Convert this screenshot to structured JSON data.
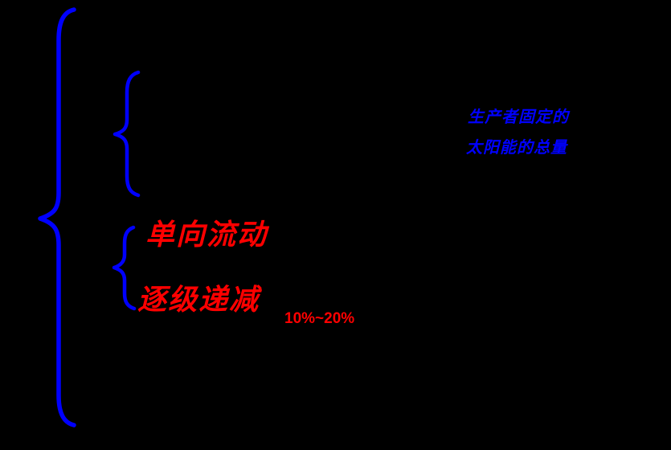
{
  "page": {
    "background_color": "#000000"
  },
  "diagram": {
    "braces": {
      "color": "#0000ff",
      "main_brace": "large-left-curly-brace",
      "sub_braces": [
        "upper-small-curly-brace",
        "lower-small-curly-brace"
      ]
    },
    "notes": {
      "color": "#0000ff",
      "fixed_energy_line1": "生产者固定的",
      "fixed_energy_line2": "太阳能的总量"
    },
    "features": {
      "color": "#ff0000",
      "one_way_flow": "单向流动",
      "stepwise_decline": "逐级递减",
      "transfer_efficiency": "10%~20%"
    }
  }
}
